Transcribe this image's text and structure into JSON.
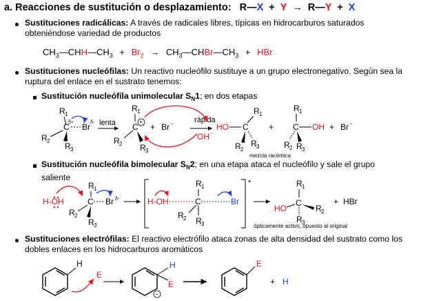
{
  "title": {
    "label": "a. Reacciones de sustitución o desplazamiento:",
    "eq_R1": "R",
    "eq_X1": "X",
    "eq_plus1": "+",
    "eq_Y1": "Y",
    "eq_arrow": "→",
    "eq_R2": "R",
    "eq_Y2": "Y",
    "eq_plus2": "+",
    "eq_X2": "X"
  },
  "radical": {
    "heading": "Sustituciones radicálicas:",
    "text1": " A través de radicales libres, típicas en hidrocarburos saturados",
    "text2": "obteniéndose variedad de productos",
    "eq": {
      "a": "CH",
      "a_sub": "3",
      "b": "—CH",
      "c": "H",
      "d": "—CH",
      "d_sub": "3",
      "plus": "+",
      "br2": "Br",
      "br2_sub": "2",
      "arrow": "→",
      "e": "CH",
      "e_sub": "3",
      "f": "—CH",
      "g": "Br",
      "h": "—CH",
      "h_sub": "3",
      "plus2": "+",
      "hbr": "HBr"
    }
  },
  "nucleophilic": {
    "heading": "Sustituciones nucleófilas:",
    "text1": " Un reactivo nucleófilo sustituye a un grupo electronegativo. Según sea la",
    "text2": "ruptura del enlace en el sustrato tenemos:",
    "sn1": {
      "heading": "Sustitución nucleófila unimolecular S",
      "sub": "N",
      "heading_end": "1",
      "text": "; en dos etapas",
      "slow": "lenta",
      "fast": "rápida",
      "racemic": "mezcla racémica",
      "br_minus": "Br",
      "oh_minus": "OH",
      "ho": "HO",
      "oh": "OH",
      "plus": "+",
      "r1": "R",
      "r1s": "1",
      "r2": "R",
      "r2s": "2",
      "r3": "R",
      "r3s": "3",
      "c": "C",
      "br": "Br",
      "minus": "-",
      "delta_p": "δ+",
      "delta_m": "δ-"
    },
    "sn2": {
      "heading": "Sustitución nucleófila bimolecular S",
      "sub": "N",
      "heading_end": "2",
      "text": "; en una etapa ataca el nucleófilo y sale el grupo",
      "text2": "saliente",
      "hoh": "H-OH",
      "star": "*",
      "optical": "ópticamente activo, opuesto al original",
      "plus": "+",
      "hbr": "HBr",
      "ho": "HO",
      "c": "C",
      "br": "Br"
    }
  },
  "electrophilic": {
    "heading": "Sustituciones electrófilas:",
    "text1": " El reactivo electrófilo ataca zonas de alta densidad del sustrato como los",
    "text2": "dobles enlaces en los hidrocarburos aromáticos",
    "h": "H",
    "e": "E",
    "plus": "+",
    "h2": "H",
    "minus_circle": "−"
  },
  "colors": {
    "red": "#e8141e",
    "blue": "#1f3fd6"
  }
}
